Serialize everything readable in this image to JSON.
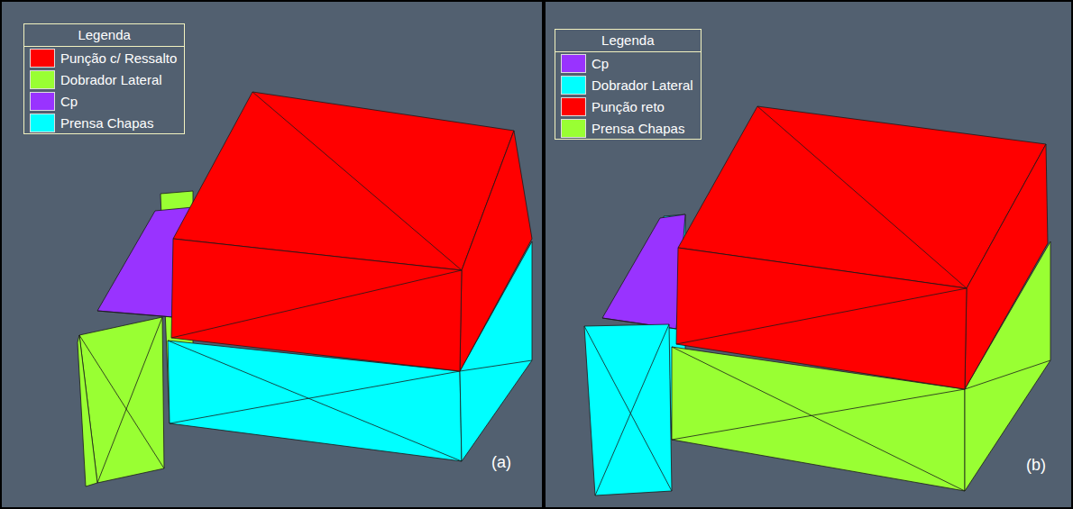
{
  "diagram": {
    "labels": [
      "Legenda",
      "(a)",
      "Legenda",
      "(b)"
    ],
    "legend": [
      {
        "text": "Punção c/ Ressalto",
        "color": "#ff0000"
      },
      {
        "text": "Dobrador Lateral",
        "color": "#99ff33"
      },
      {
        "text": "Cp",
        "color": "#9933ff"
      },
      {
        "text": "Prensa Chapas",
        "color": "#00ffff"
      },
      {
        "text": "Cp",
        "color": "#9933ff"
      },
      {
        "text": "Dobrador Lateral",
        "color": "#00ffff"
      },
      {
        "text": "Punção reto",
        "color": "#ff0000"
      },
      {
        "text": "Prensa Chapas",
        "color": "#99ff33"
      }
    ]
  }
}
